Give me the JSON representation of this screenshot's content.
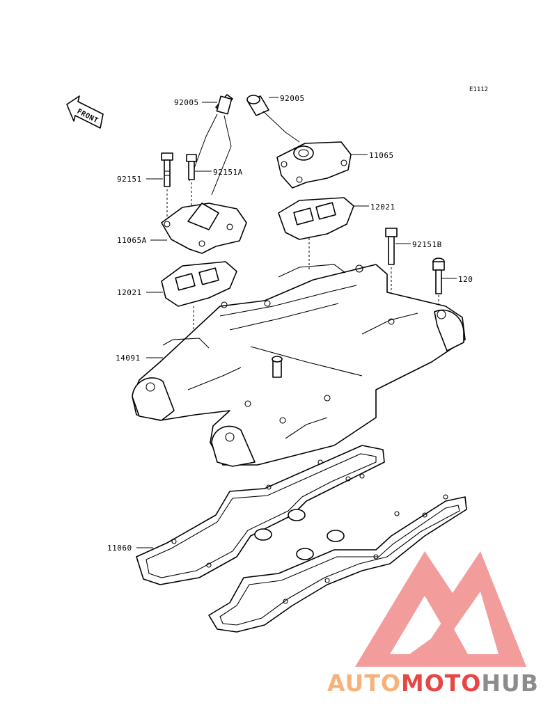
{
  "diagram": {
    "ref_code": "E1112",
    "front_label": "FRONT",
    "parts": {
      "p92005_left": "92005",
      "p92005_right": "92005",
      "p11065": "11065",
      "p92151": "92151",
      "p92151A": "92151A",
      "p12021_upper": "12021",
      "p11065A": "11065A",
      "p92151B": "92151B",
      "p120": "120",
      "p12021_left": "12021",
      "p14091": "14091",
      "p11060": "11060"
    }
  },
  "watermark": {
    "part_auto": "AUTO",
    "part_moto": "MOTO",
    "part_hub": "HUB",
    "color_light": "#f6b27a",
    "color_red": "#e84545",
    "color_gray": "#8c8c8c"
  }
}
